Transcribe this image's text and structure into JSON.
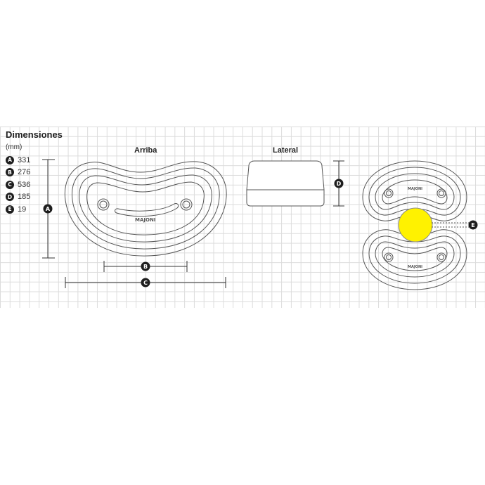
{
  "header": {
    "title": "Dimensiones",
    "unit": "(mm)"
  },
  "dimensions": [
    {
      "letter": "A",
      "value": "331"
    },
    {
      "letter": "B",
      "value": "276"
    },
    {
      "letter": "C",
      "value": "536"
    },
    {
      "letter": "D",
      "value": "185"
    },
    {
      "letter": "E",
      "value": "19"
    }
  ],
  "views": {
    "top": "Arriba",
    "side": "Lateral"
  },
  "logo_text": "MAJONI",
  "colors": {
    "highlight": "#fff200",
    "outline": "#555555",
    "badge": "#1e1e1e"
  }
}
